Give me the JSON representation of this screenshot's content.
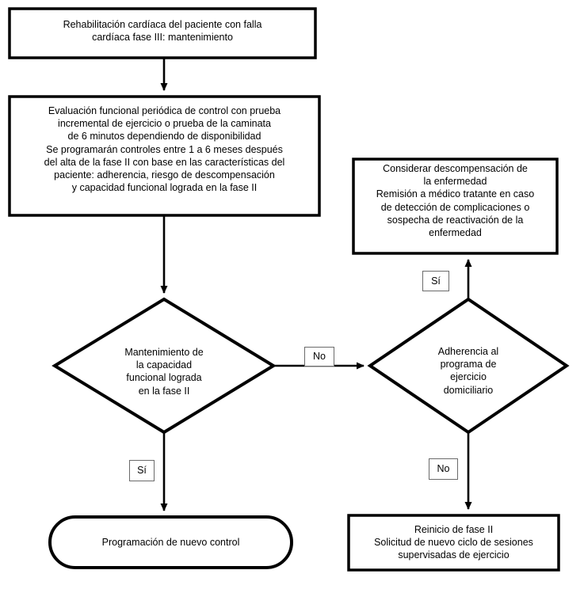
{
  "diagram": {
    "title": "Rehabilitación cardíaca fase III — flujograma de mantenimiento",
    "stroke_color": "#000000",
    "fill_color": "#ffffff",
    "label_border_color": "#6b6b6b"
  },
  "nodes": {
    "start": {
      "shape": "process",
      "text": "Rehabilitación cardíaca del paciente con falla\ncardíaca fase III: mantenimiento"
    },
    "evaluation": {
      "shape": "process",
      "text": "Evaluación funcional periódica de control con prueba\nincremental de ejercicio o prueba de la caminata\nde 6 minutos dependiendo de disponibilidad\nSe programarán controles entre 1 a 6 meses después\ndel alta de la fase II con base en las características del\npaciente:  adherencia,  riesgo  de  descompensación\ny capacidad funcional lograda en la fase II"
    },
    "decompensation": {
      "shape": "process",
      "text": "Considerar descompensación de\nla enfermedad\nRemisión a médico tratante en caso\nde detección de complicaciones  o\nsospecha  de  reactivación  de  la\nenfermedad"
    },
    "maintenance_decision": {
      "shape": "decision",
      "text": "Mantenimiento de\nla capacidad\nfuncional lograda\nen la fase II"
    },
    "adherence_decision": {
      "shape": "decision",
      "text": "Adherencia al\nprograma de\nejercicio\ndomiciliario"
    },
    "new_control": {
      "shape": "terminator",
      "text": "Programación de nuevo control"
    },
    "restart_phase2": {
      "shape": "process",
      "text": "Reinicio de fase II\nSolicitud  de  nuevo  ciclo  de  sesiones\nsupervisadas  de ejercicio"
    }
  },
  "edge_labels": {
    "maintenance_no": "No",
    "maintenance_yes": "Sí",
    "adherence_yes": "Sí",
    "adherence_no": "No"
  }
}
